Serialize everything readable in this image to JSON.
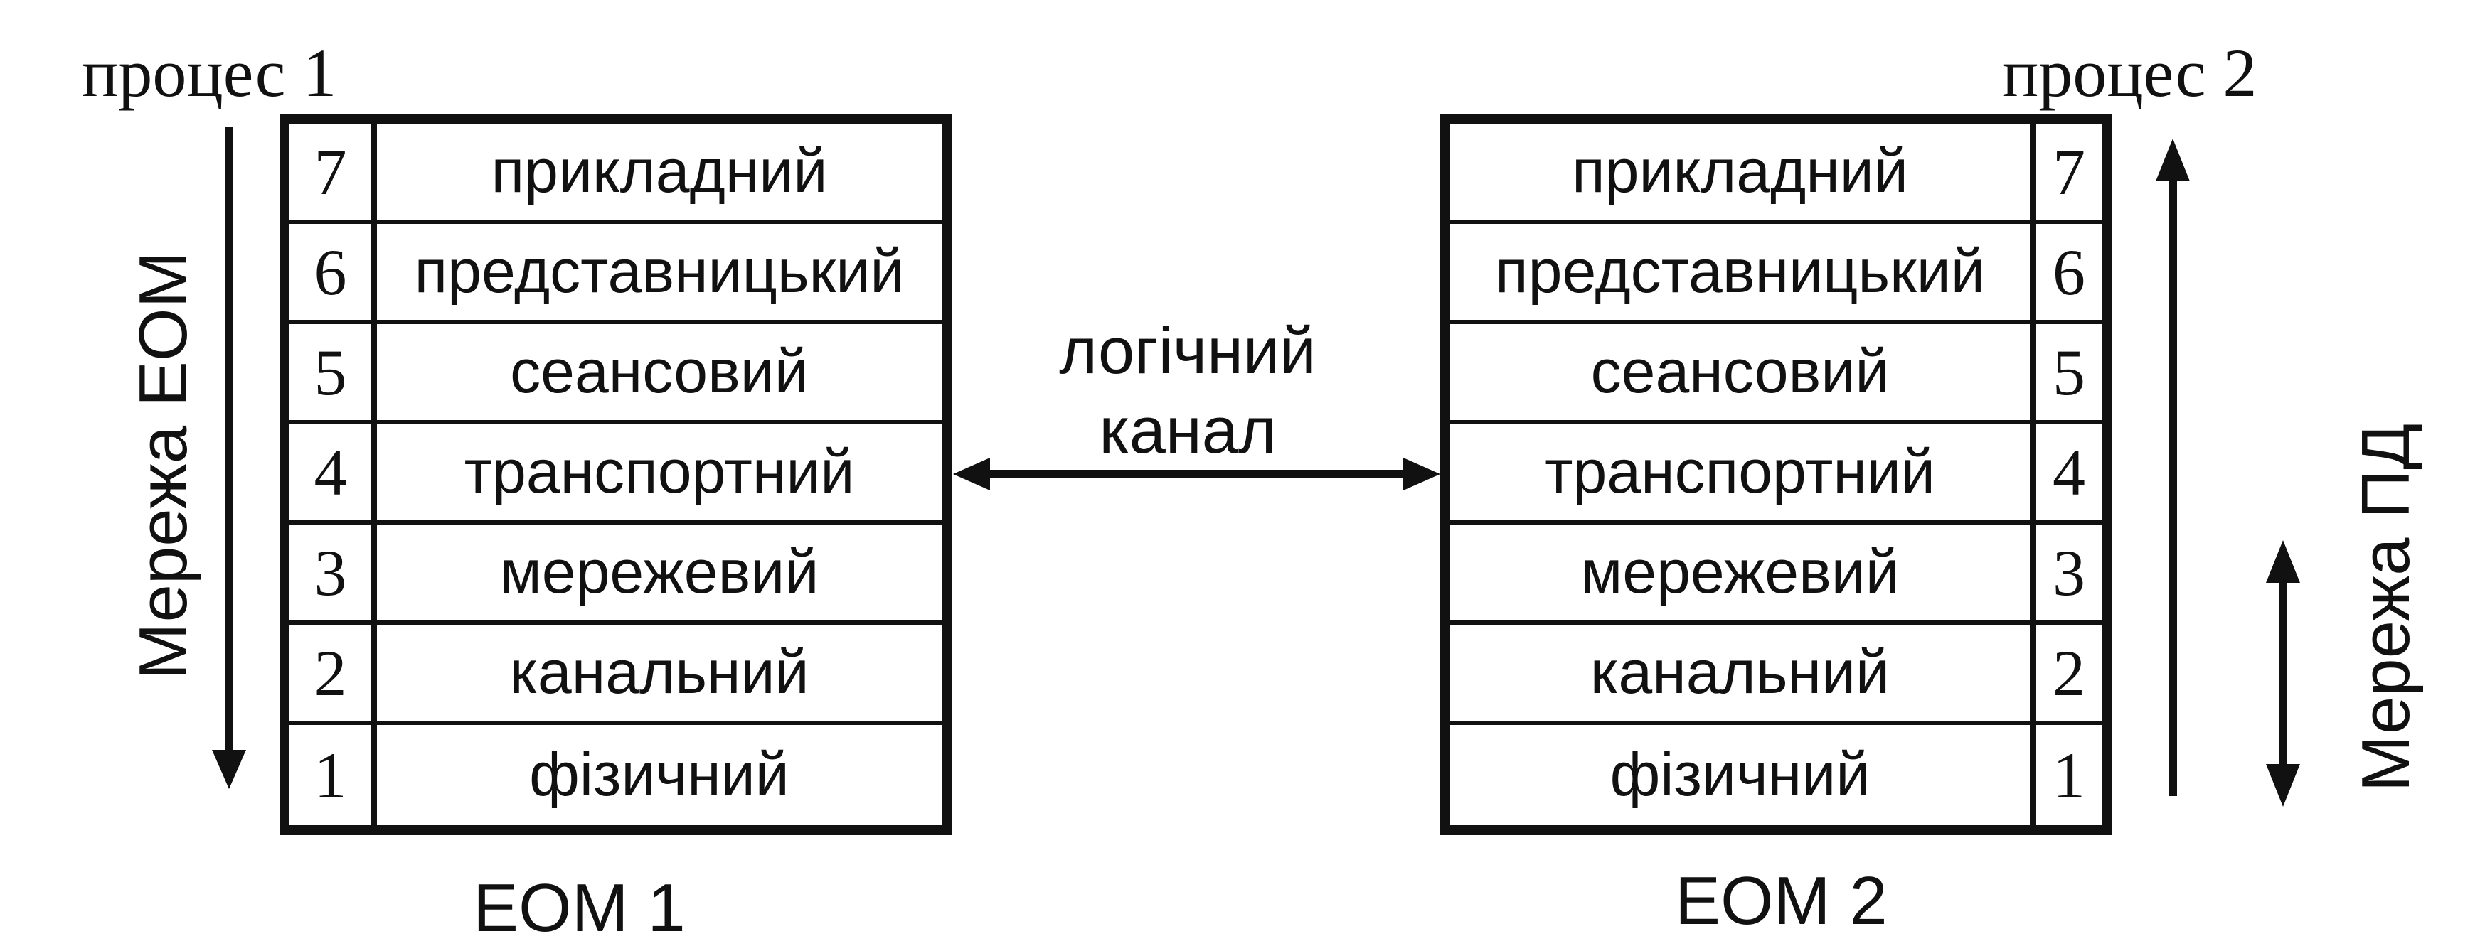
{
  "left": {
    "process": "процес  1",
    "computer": "ЕОМ 1",
    "network_label": "Мережа ЕОМ"
  },
  "right": {
    "process": "процес  2",
    "computer": "ЕОМ 2",
    "network_label": "Мережа ПД"
  },
  "channel": {
    "line1": "логічний",
    "line2": "канал"
  },
  "layers": [
    {
      "num": "7",
      "name": "прикладний"
    },
    {
      "num": "6",
      "name": "представницький"
    },
    {
      "num": "5",
      "name": "сеансовий"
    },
    {
      "num": "4",
      "name": "транспортний"
    },
    {
      "num": "3",
      "name": "мережевий"
    },
    {
      "num": "2",
      "name": "канальний"
    },
    {
      "num": "1",
      "name": "фізичний"
    }
  ],
  "colors": {
    "ink": "#111111",
    "background": "#ffffff"
  }
}
